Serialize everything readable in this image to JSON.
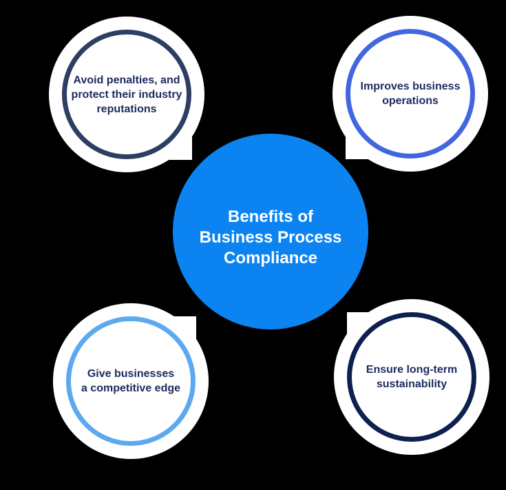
{
  "page": {
    "background_color": "#000000"
  },
  "diagram": {
    "center_node": {
      "fill_color": "#0b84f2",
      "text_color": "#ffffff",
      "label_lines": [
        "Benefits of",
        "Business Process",
        "Compliance"
      ]
    },
    "node_fill_color": "#ffffff",
    "node_text_color": "#1c2a5e",
    "nodes": [
      {
        "position": "top-left",
        "ring_color": "#2e3e63",
        "label_lines": [
          "Avoid penalties, and",
          "protect their industry",
          "reputations"
        ]
      },
      {
        "position": "top-right",
        "ring_color": "#4166e0",
        "label_lines": [
          "Improves business",
          "operations"
        ]
      },
      {
        "position": "bottom-left",
        "ring_color": "#5ca9f0",
        "label_lines": [
          "Give businesses",
          "a competitive edge"
        ]
      },
      {
        "position": "bottom-right",
        "ring_color": "#0d2050",
        "label_lines": [
          "Ensure long-term",
          "sustainability"
        ]
      }
    ]
  }
}
